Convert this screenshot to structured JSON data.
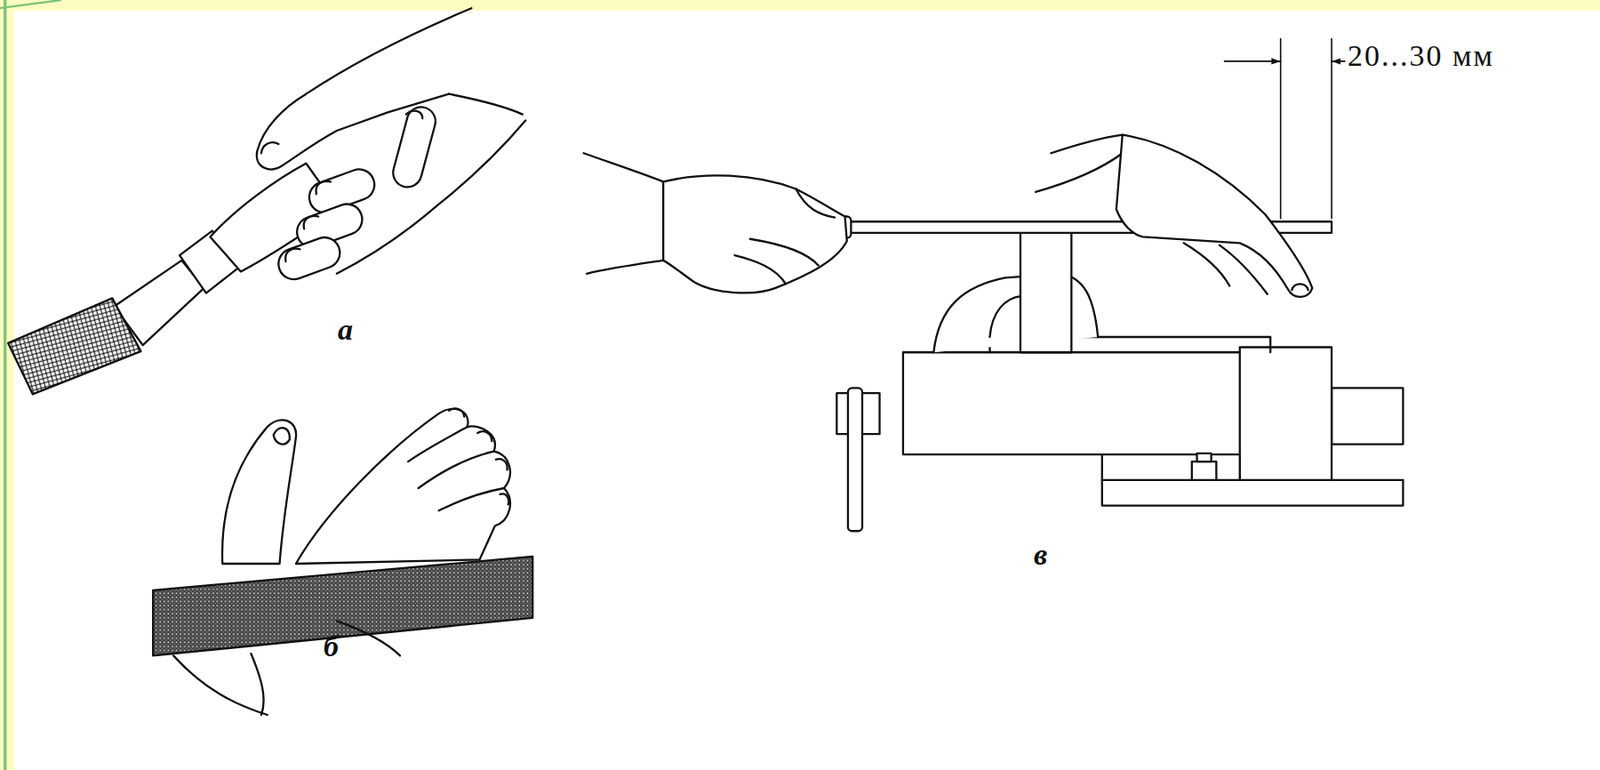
{
  "diagram": {
    "labels": [
      "а",
      "б",
      "в",
      "20...30 мм"
    ]
  }
}
